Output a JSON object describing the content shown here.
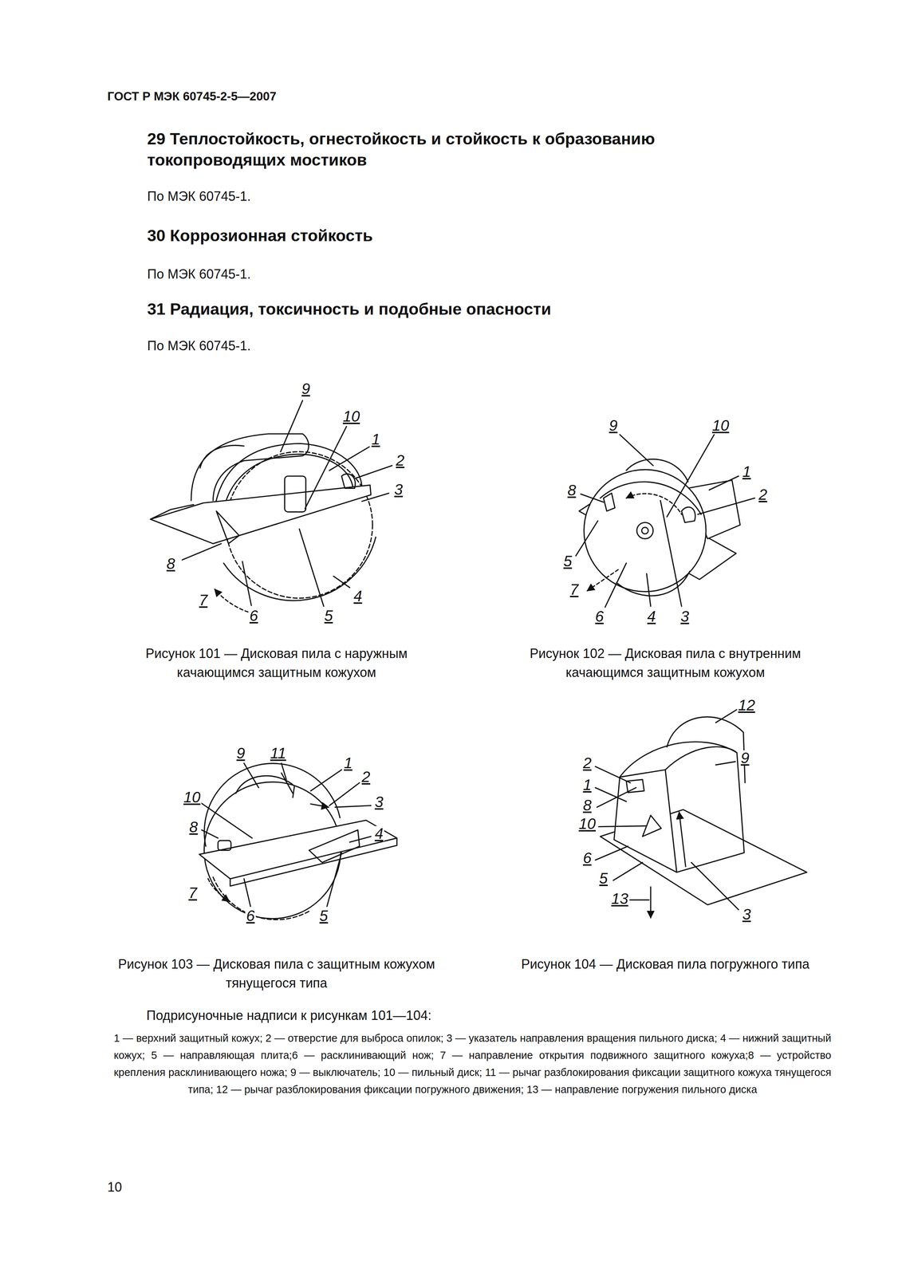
{
  "diagram": {
    "labels": [
      "ГОСТ Р МЭК 60745-2-5—2007",
      "29 Теплостойкость, огнестойкость и стойкость к образованию токопроводящих мостиков",
      "По МЭК 60745-1.",
      "30 Коррозионная стойкость",
      "По МЭК 60745-1.",
      "31 Радиация, токсичность и подобные опасности",
      "По МЭК 60745-1.",
      "9",
      "10",
      "1",
      "2",
      "3",
      "8",
      "7",
      "6",
      "5",
      "4",
      "9",
      "10",
      "1",
      "2",
      "8",
      "5",
      "7",
      "6",
      "4",
      "3",
      "Рисунок 101 — Дисковая пила с наружным качающимся защитным кожухом",
      "Рисунок 102 — Дисковая пила с внутренним качающимся защитным кожухом",
      "9",
      "11",
      "1",
      "2",
      "10",
      "3",
      "8",
      "4",
      "7",
      "6",
      "5",
      "12",
      "2",
      "9",
      "1",
      "8",
      "10",
      "6",
      "5",
      "13",
      "3",
      "Рисунок 103 — Дисковая пила с защитным кожухом тянущегося типа",
      "Рисунок 104 — Дисковая пила погружного типа",
      "Подрисуночные надписи к рисункам 101—104:",
      "1 — верхний защитный кожух; 2 — отверстие для выброса опилок; 3 — указатель направления вращения пильного диска; 4 — нижний защитный кожух; 5 — направляющая плита;6 — расклинивающий нож; 7 — направление открытия подвижного защитного кожуха;8 — устройство крепления расклинивающего ножа; 9 — выключатель; 10 — пильный диск; 11 — рычаг разблокирования фиксации защитного кожуха тянущегося типа; 12 — рычаг разблокирования фиксации погружного движения; 13 — направление погружения пильного диска",
      "10"
    ]
  }
}
